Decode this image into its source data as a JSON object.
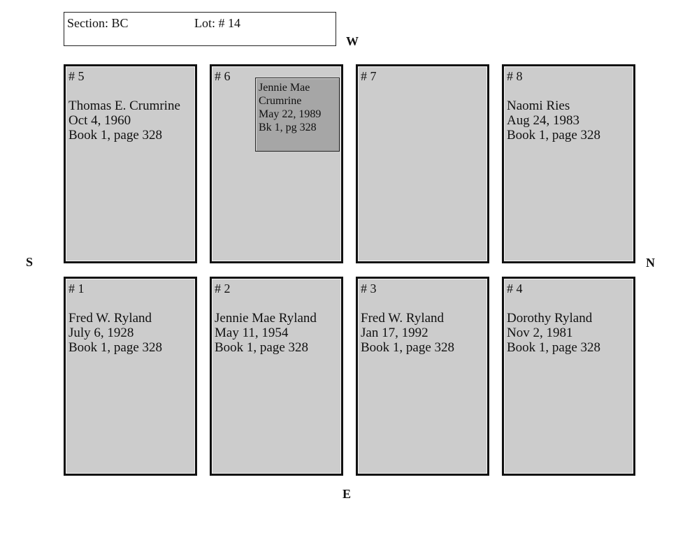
{
  "header": {
    "section_label": "Section:  BC",
    "lot_label": "Lot: #  14"
  },
  "compass": {
    "west": "W",
    "east": "E",
    "south": "S",
    "north": "N"
  },
  "colors": {
    "plot_fill": "#cccccc",
    "marker_fill": "#a6a6a6",
    "border": "#111111"
  },
  "plots": [
    {
      "number": "# 5",
      "name": "Thomas E. Crumrine",
      "date": "Oct 4, 1960",
      "record": "Book 1, page 328"
    },
    {
      "number": "# 6",
      "name": "",
      "date": "",
      "record": "",
      "marker": {
        "line1": "Jennie Mae",
        "line2": "Crumrine",
        "date": "May 22, 1989",
        "record": "Bk 1, pg 328"
      }
    },
    {
      "number": "# 7",
      "name": "",
      "date": "",
      "record": ""
    },
    {
      "number": "# 8",
      "name": "Naomi Ries",
      "date": "Aug 24, 1983",
      "record": "Book 1, page 328"
    },
    {
      "number": "# 1",
      "name": "Fred W. Ryland",
      "date": "July 6, 1928",
      "record": "Book 1, page 328"
    },
    {
      "number": "# 2",
      "name": "Jennie Mae Ryland",
      "date": "May 11, 1954",
      "record": "Book 1, page 328"
    },
    {
      "number": "# 3",
      "name": "Fred W. Ryland",
      "date": "Jan 17, 1992",
      "record": "Book 1, page 328"
    },
    {
      "number": "# 4",
      "name": "Dorothy Ryland",
      "date": "Nov 2, 1981",
      "record": "Book 1, page 328"
    }
  ]
}
